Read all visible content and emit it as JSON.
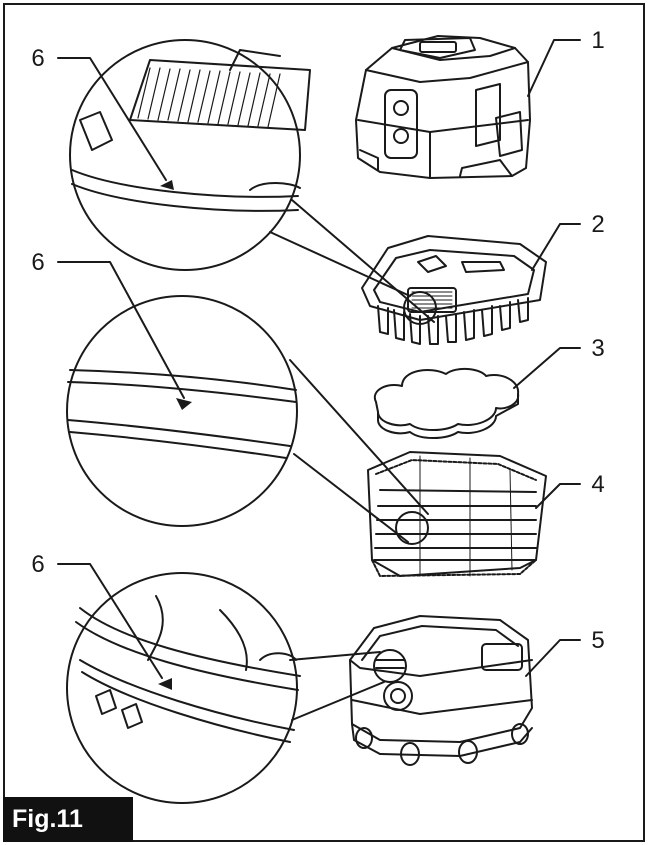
{
  "figure": {
    "label": "Fig.11",
    "callouts": [
      {
        "id": "1",
        "text": "1"
      },
      {
        "id": "2",
        "text": "2"
      },
      {
        "id": "3",
        "text": "3"
      },
      {
        "id": "4",
        "text": "4"
      },
      {
        "id": "5",
        "text": "5"
      },
      {
        "id": "6a",
        "text": "6"
      },
      {
        "id": "6b",
        "text": "6"
      },
      {
        "id": "6c",
        "text": "6"
      }
    ]
  },
  "colors": {
    "line": "#1a1a1a",
    "label_bg": "#111111",
    "label_text": "#ffffff"
  }
}
